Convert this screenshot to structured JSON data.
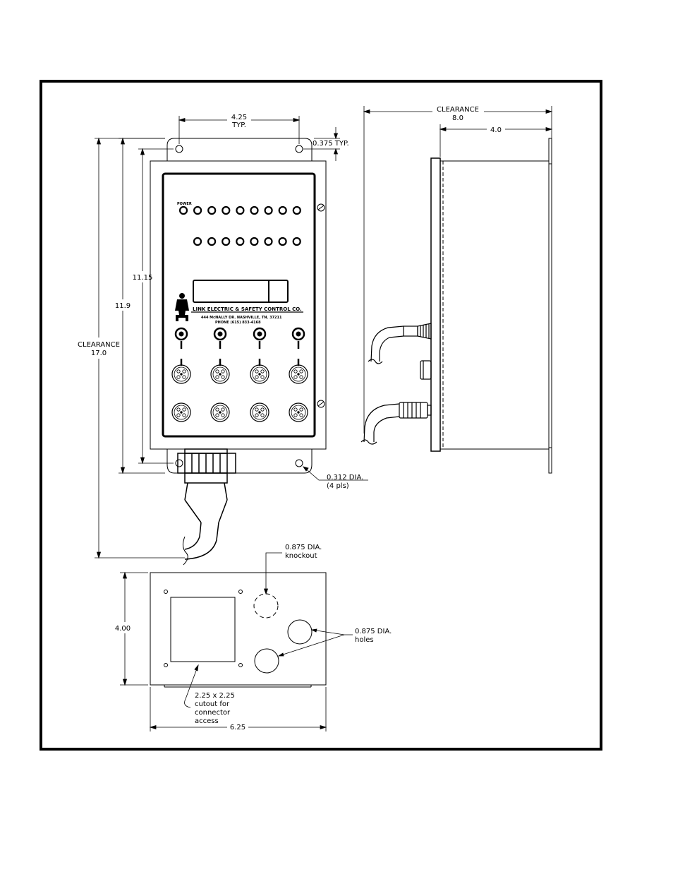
{
  "front_view": {
    "hole_spacing_value": "4.25",
    "hole_spacing_note": "TYP.",
    "hole_offset": "0.375  TYP.",
    "height_inner": "11.15",
    "height_outer": "11.9",
    "clearance_label": "CLEARANCE",
    "clearance_value": "17.0",
    "hole_dia": "0.312  DIA.",
    "hole_count": "(4 pls)",
    "power_label": "POWER",
    "company_name": "LINK ELECTRIC & SAFETY CONTROL CO.",
    "company_address": "444 McNALLY DR. NASHVILLE, TN. 37211",
    "company_phone": "PHONE (615) 833-4168"
  },
  "side_view": {
    "clearance_label": "CLEARANCE",
    "clearance_value": "8.0",
    "depth_value": "4.0"
  },
  "bottom_view": {
    "knockout_dia": "0.875  DIA.",
    "knockout_label": "knockout",
    "holes_dia": "0.875  DIA.",
    "holes_label": "holes",
    "height_value": "4.00",
    "width_value": "6.25",
    "cutout_line1": "2.25  x  2.25",
    "cutout_line2": "cutout  for",
    "cutout_line3": "connector",
    "cutout_line4": "access"
  }
}
